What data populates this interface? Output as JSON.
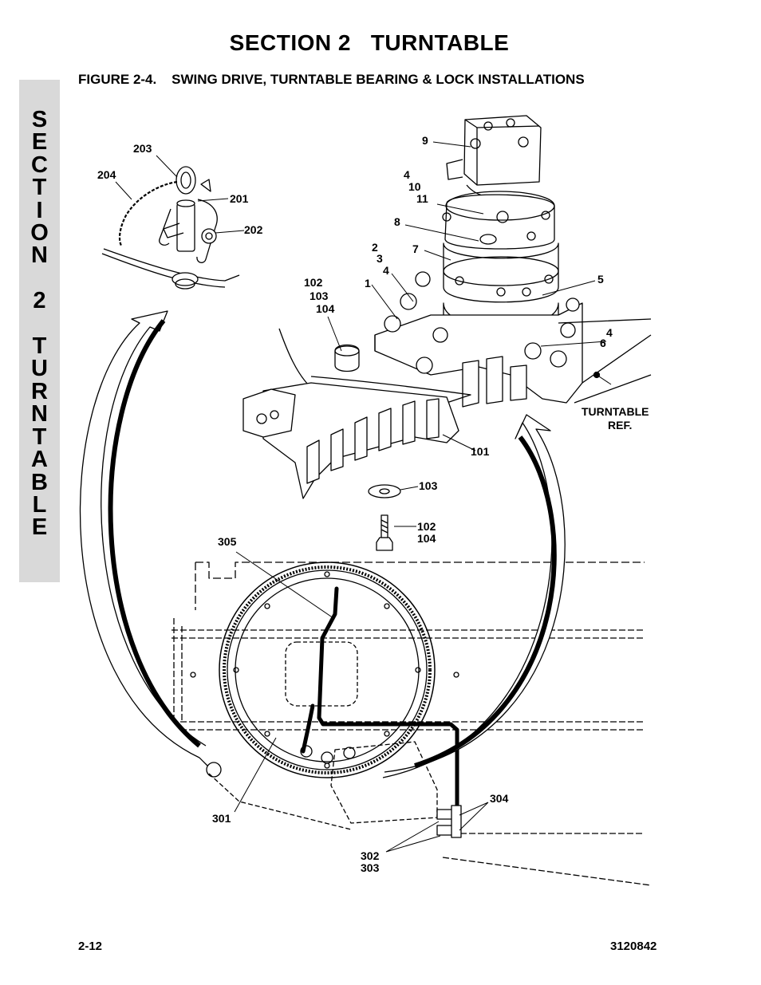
{
  "header": {
    "section_title": "SECTION 2   TURNTABLE"
  },
  "figure": {
    "title": "FIGURE 2-4.    SWING DRIVE, TURNTABLE BEARING & LOCK INSTALLATIONS"
  },
  "side_tab": {
    "text": "S\nE\nC\nT\nI\nO\nN\n\n2\n\nT\nU\nR\nN\nT\nA\nB\nL\nE"
  },
  "callouts": {
    "c203": "203",
    "c204": "204",
    "c201": "201",
    "c202": "202",
    "c9": "9",
    "c4a": "4",
    "c10": "10",
    "c11": "11",
    "c8": "8",
    "c2": "2",
    "c3": "3",
    "c4b": "4",
    "c7": "7",
    "c1": "1",
    "c102a": "102",
    "c103a": "103",
    "c104a": "104",
    "c5": "5",
    "c4c": "4",
    "c6": "6",
    "turntable_ref_1": "TURNTABLE",
    "turntable_ref_2": "REF.",
    "c101": "101",
    "c103b": "103",
    "c102b": "102",
    "c104b": "104",
    "c305": "305",
    "c304": "304",
    "c301": "301",
    "c302": "302",
    "c303": "303"
  },
  "footer": {
    "page_number": "2-12",
    "document_number": "3120842"
  }
}
